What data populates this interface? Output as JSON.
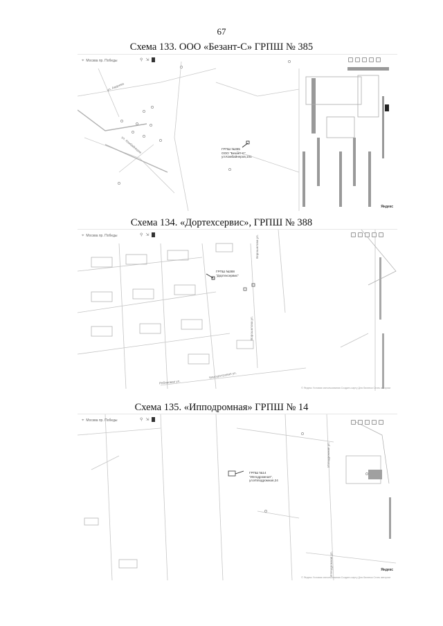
{
  "page": {
    "number": "67"
  },
  "schemes": [
    {
      "caption": "Схема 133. ООО «Безант-С» ГРПШ № 385",
      "search_text": "Москва пр. Победы",
      "label_lines": [
        "ГРПШ №385",
        "ООО \"Безант-С\"",
        "ул.Комбайнеров,101"
      ],
      "streets": [
        "ул. Авдеева",
        "ул. Комбайнеров"
      ],
      "brand": "Яндекс"
    },
    {
      "caption": "Схема 134. «Дортехсервис», ГРПШ № 388",
      "search_text": "Москва пр. Победы",
      "label_lines": [
        "ГРПШ №388",
        "\"Дортехсервис\""
      ],
      "streets": [
        "Ворошилова ул.",
        "Ворошилова ул.",
        "Киноцентровая ул.",
        "Рябиновая ул."
      ],
      "footer": "© Яндекс  Условия использования  Создать карту  Для бизнеса  Стать автором"
    },
    {
      "caption": "Схема 135. «Ипподромная» ГРПШ № 14",
      "search_text": "Москва пр. Победы",
      "label_lines": [
        "ГРПШ №14",
        "\"Ипподромная\",",
        "ул.Ипподромная,24"
      ],
      "streets": [
        "Ипподромная ул.",
        "Ипподромная ул."
      ],
      "brand": "Яндекс",
      "footer": "© Яндекс  Условия использования  Создать карту  Для бизнеса  Стать автором"
    }
  ]
}
